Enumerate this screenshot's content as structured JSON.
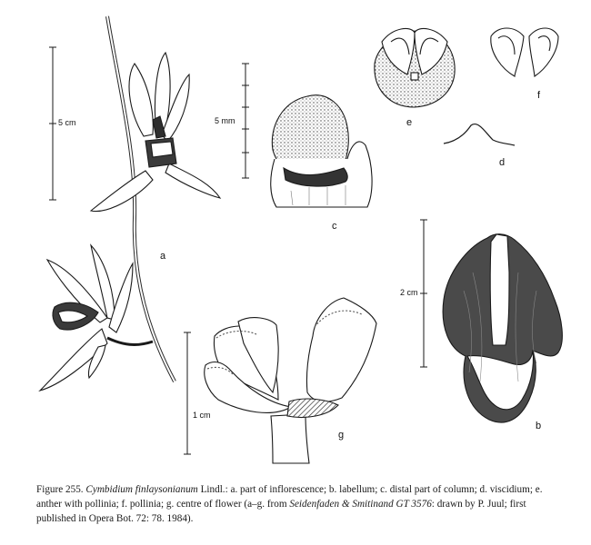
{
  "figure": {
    "scale_bars": {
      "a": "5 cm",
      "c": "5 mm",
      "b": "2 cm",
      "g": "1 cm"
    },
    "panel_labels": {
      "a": "a",
      "b": "b",
      "c": "c",
      "d": "d",
      "e": "e",
      "f": "f",
      "g": "g"
    }
  },
  "caption": {
    "fig_number": "Figure 255.",
    "species": "Cymbidium finlaysonianum",
    "authority": "Lindl.: a. part of inflorescence; b. labellum; c. distal part of column; d. viscidium; e. anther with pollinia; f. pollinia; g. centre of flower (a–g. from",
    "collector": "Seidenfaden & Smitinand GT 3576",
    "rest": ": drawn by P. Juul; first published in Opera Bot. 72: 78. 1984)."
  }
}
